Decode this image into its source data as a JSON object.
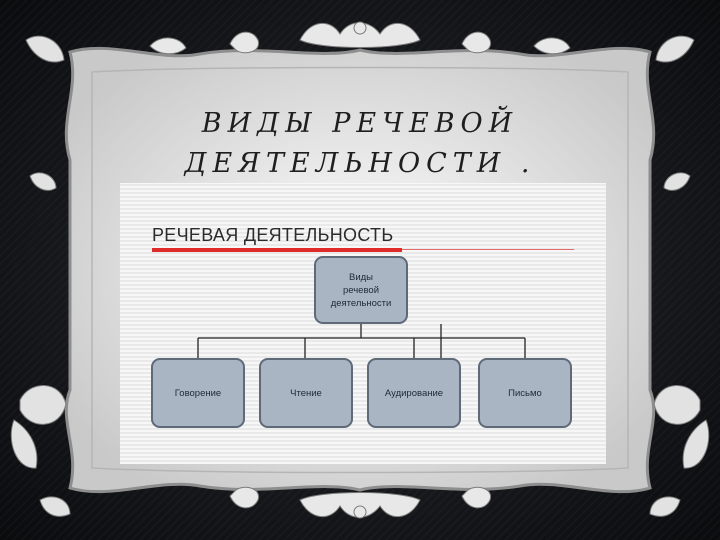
{
  "slide": {
    "title_line1": "ВИДЫ РЕЧЕВОЙ",
    "title_line2": "ДЕЯТЕЛЬНОСТИ ."
  },
  "diagram": {
    "heading": "РЕЧЕВАЯ ДЕЯТЕЛЬНОСТЬ",
    "root": {
      "line1": "Виды",
      "line2": "речевой",
      "line3": "деятельности"
    },
    "children": [
      {
        "label": "Говорение"
      },
      {
        "label": "Чтение"
      },
      {
        "label": "Аудирование"
      },
      {
        "label": "Письмо"
      }
    ],
    "colors": {
      "node_fill": "#a9b5c3",
      "node_border": "#5e6a78",
      "accent_rule": "#e02b2b"
    }
  }
}
